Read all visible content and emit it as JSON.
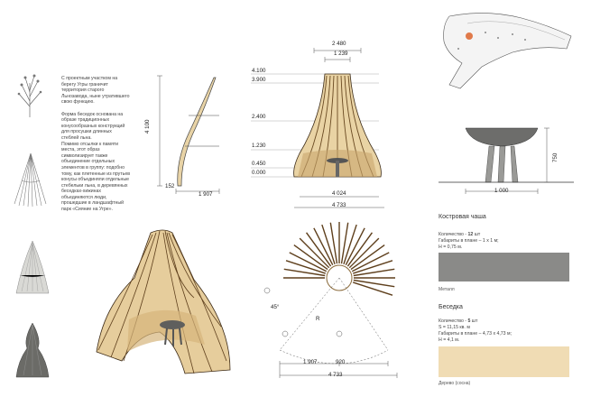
{
  "description_lines": [
    "С проектным участком на",
    "берегу Угры граничит",
    "территория старого",
    "Льнозавода, ныне утратившего",
    "свою функцию.",
    "",
    "Форма беседок основана на",
    "образе традиционных",
    "конусообразных конструкций",
    "для просушки длинных",
    "стеблей льна.",
    "Помимо отсылки к памяти",
    "места, этот образ",
    "символизирует также",
    "объединение отдельных",
    "элементов в группу: подобно",
    "тому, как плетенные из прутьев",
    "конусы объединяли отдельные",
    "стебельки льна, в деревянных",
    "беседках-хижинах",
    "объединяются люди,",
    "прошедшие в ландшафтный",
    "парк «Сияние на Угре»."
  ],
  "section_dims": {
    "height": "4 100",
    "base_offset": "152",
    "width": "1 907"
  },
  "elevation_levels": [
    "4.100",
    "3.900",
    "2.400",
    "1.230",
    "0.450",
    "0.000"
  ],
  "elevation_top": [
    "2 480",
    "1 239"
  ],
  "elevation_bottom": [
    "4 024",
    "4 733"
  ],
  "plan_dims": {
    "left": "1 907",
    "right": "920",
    "total": "4 733",
    "angle": "45°",
    "r": "R"
  },
  "bowl_dims": {
    "height": "750",
    "width": "1 000"
  },
  "fire_bowl": {
    "title": "Костровая чаша",
    "qty_label": "Количество - ",
    "qty_value": "12",
    "qty_unit": " шт",
    "size": "Габариты в плане – 1 х 1 м;",
    "height": "H = 0,75 м.",
    "material": "Металл",
    "material_color": "#8a8a88"
  },
  "gazebo": {
    "title": "Беседка",
    "qty_label": "Количество - ",
    "qty_value": "5",
    "qty_unit": " шт",
    "area": "S = 11,15 кв. м",
    "size": "Габариты в плане – 4,73 х 4,73 м;",
    "height": "H = 4,1 м.",
    "material": "Дерево (сосна)",
    "material_color": "#f0dcb4"
  }
}
